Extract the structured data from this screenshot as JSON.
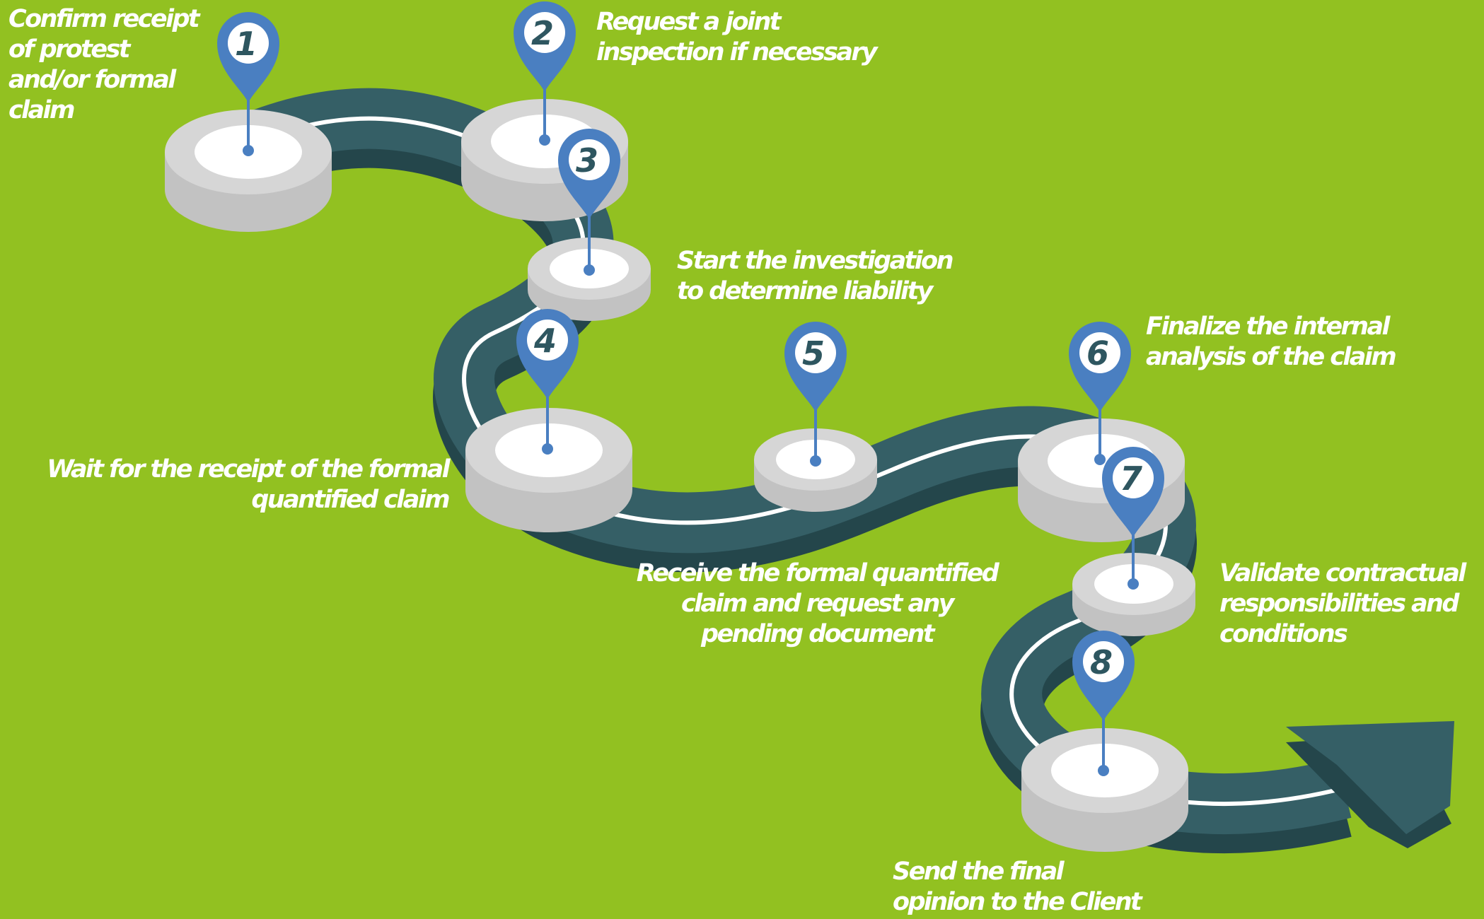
{
  "colors": {
    "background": "#92c121",
    "road_top": "#355f66",
    "road_side": "#24464b",
    "road_line": "#ffffff",
    "platform_top": "#d6d6d6",
    "platform_side": "#c2c2c2",
    "platform_center": "#ffffff",
    "pin": "#4a7fc1",
    "pin_number": "#2e5660",
    "label_text": "#ffffff"
  },
  "diagram": {
    "type": "process-roadmap",
    "icons": {
      "pin": "location-pin-icon",
      "end": "arrow-head-icon"
    },
    "steps": [
      {
        "number": "1",
        "lines": [
          "Confirm receipt",
          "of protest",
          "and/or formal",
          "claim"
        ]
      },
      {
        "number": "2",
        "lines": [
          "Request a joint",
          "inspection if necessary"
        ]
      },
      {
        "number": "3",
        "lines": [
          "Start the investigation",
          "to determine liability"
        ]
      },
      {
        "number": "4",
        "lines": [
          "Wait for the receipt of the formal",
          "quantified claim"
        ]
      },
      {
        "number": "5",
        "lines": [
          "Receive the formal  quantified",
          "claim  and request any",
          "pending document"
        ]
      },
      {
        "number": "6",
        "lines": [
          "Finalize the internal",
          "analysis of the claim"
        ]
      },
      {
        "number": "7",
        "lines": [
          "Validate contractual",
          "responsibilities and",
          "conditions"
        ]
      },
      {
        "number": "8",
        "lines": [
          "Send the final",
          "opinion to the Client"
        ]
      }
    ]
  }
}
